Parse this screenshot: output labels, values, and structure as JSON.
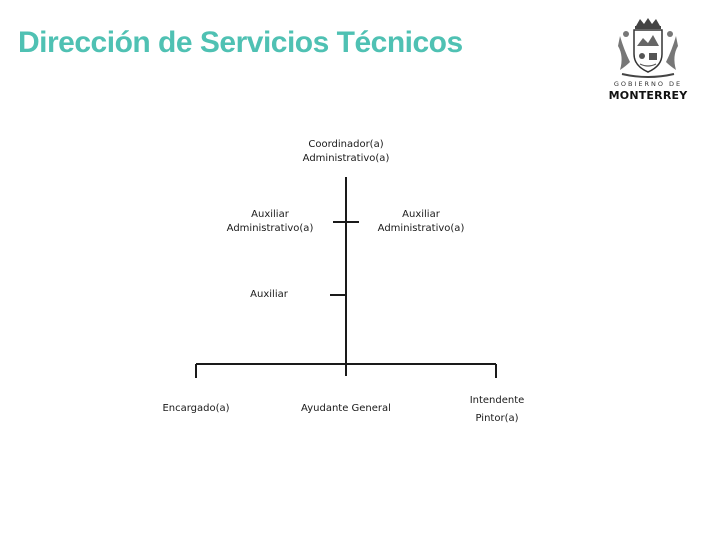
{
  "header": {
    "title": "Dirección de Servicios Técnicos"
  },
  "logo": {
    "line1": "GOBIERNO DE",
    "line2": "MONTERREY"
  },
  "org_chart": {
    "nodes": [
      {
        "id": "coordinador",
        "lines": [
          "Coordinador(a)",
          "Administrativo(a)"
        ]
      },
      {
        "id": "aux-admin-left",
        "lines": [
          "Auxiliar",
          "Administrativo(a)"
        ]
      },
      {
        "id": "aux-admin-right",
        "lines": [
          "Auxiliar",
          "Administrativo(a)"
        ]
      },
      {
        "id": "auxiliar",
        "lines": [
          "Auxiliar"
        ]
      },
      {
        "id": "encargado",
        "lines": [
          "Encargado(a)"
        ]
      },
      {
        "id": "ayudante",
        "lines": [
          "Ayudante General"
        ]
      },
      {
        "id": "intendente",
        "lines": [
          "Intendente",
          "Pintor(a)"
        ]
      }
    ]
  },
  "colors": {
    "title": "#4fc1b3",
    "line": "#1a1a1a"
  }
}
